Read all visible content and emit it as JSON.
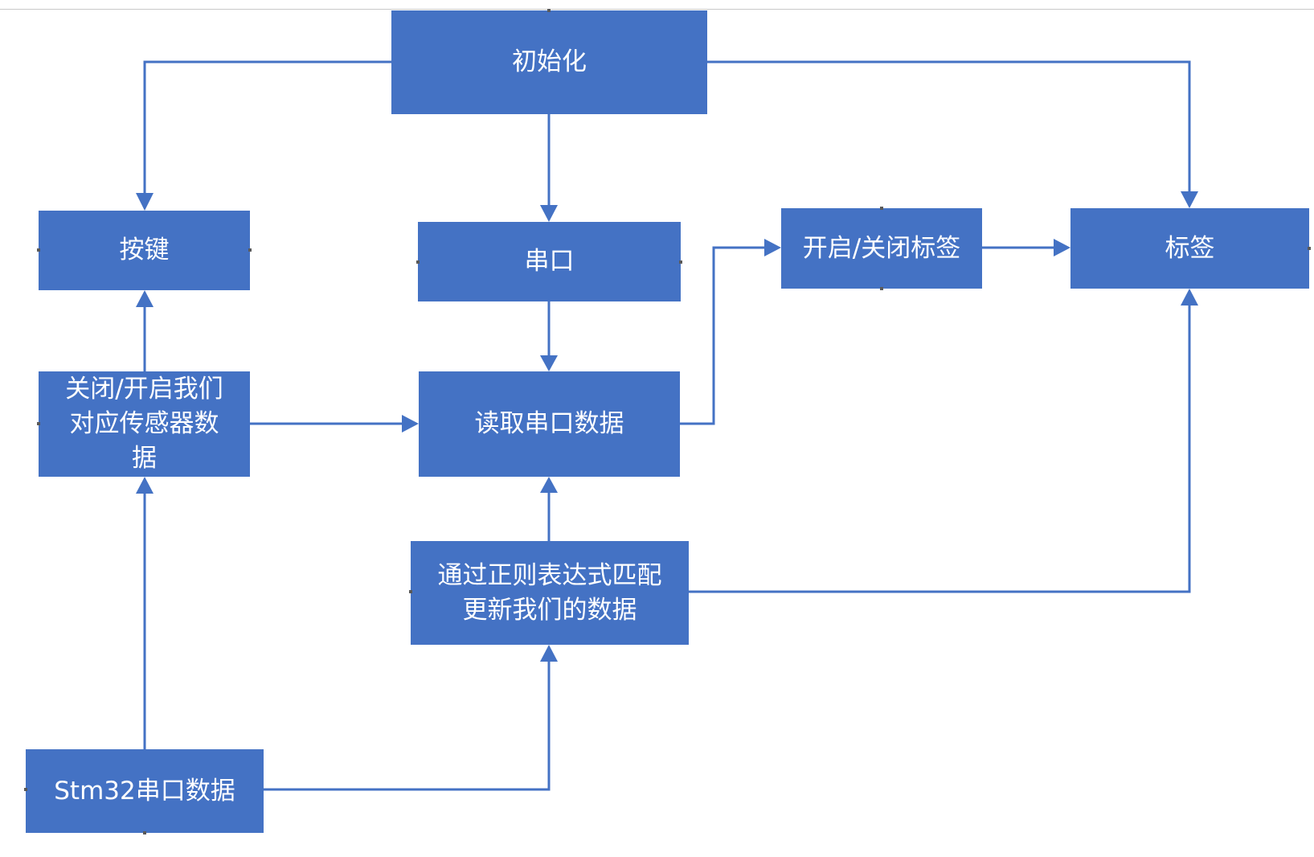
{
  "diagram": {
    "nodes": {
      "init": "初始化",
      "key": "按键",
      "serial": "串口",
      "toggle": "开启/关闭标签",
      "tag": "标签",
      "sensor": [
        "关闭/开启我们",
        "对应传感器数",
        "据"
      ],
      "read": "读取串口数据",
      "regex": [
        "通过正则表达式匹配",
        "更新我们的数据"
      ],
      "stm32": "Stm32串口数据"
    },
    "edges": [
      {
        "from": "初始化",
        "to": "按键"
      },
      {
        "from": "初始化",
        "to": "串口"
      },
      {
        "from": "初始化",
        "to": "标签"
      },
      {
        "from": "串口",
        "to": "读取串口数据"
      },
      {
        "from": "读取串口数据",
        "to": "开启/关闭标签"
      },
      {
        "from": "开启/关闭标签",
        "to": "标签"
      },
      {
        "from": "关闭/开启我们对应传感器数据",
        "to": "按键"
      },
      {
        "from": "关闭/开启我们对应传感器数据",
        "to": "读取串口数据"
      },
      {
        "from": "通过正则表达式匹配更新我们的数据",
        "to": "读取串口数据"
      },
      {
        "from": "通过正则表达式匹配更新我们的数据",
        "to": "标签"
      },
      {
        "from": "Stm32串口数据",
        "to": "关闭/开启我们对应传感器数据"
      },
      {
        "from": "Stm32串口数据",
        "to": "通过正则表达式匹配更新我们的数据"
      }
    ],
    "colors": {
      "node_fill": "#4472c4",
      "node_text": "#ffffff",
      "connector": "#4472c4"
    }
  }
}
